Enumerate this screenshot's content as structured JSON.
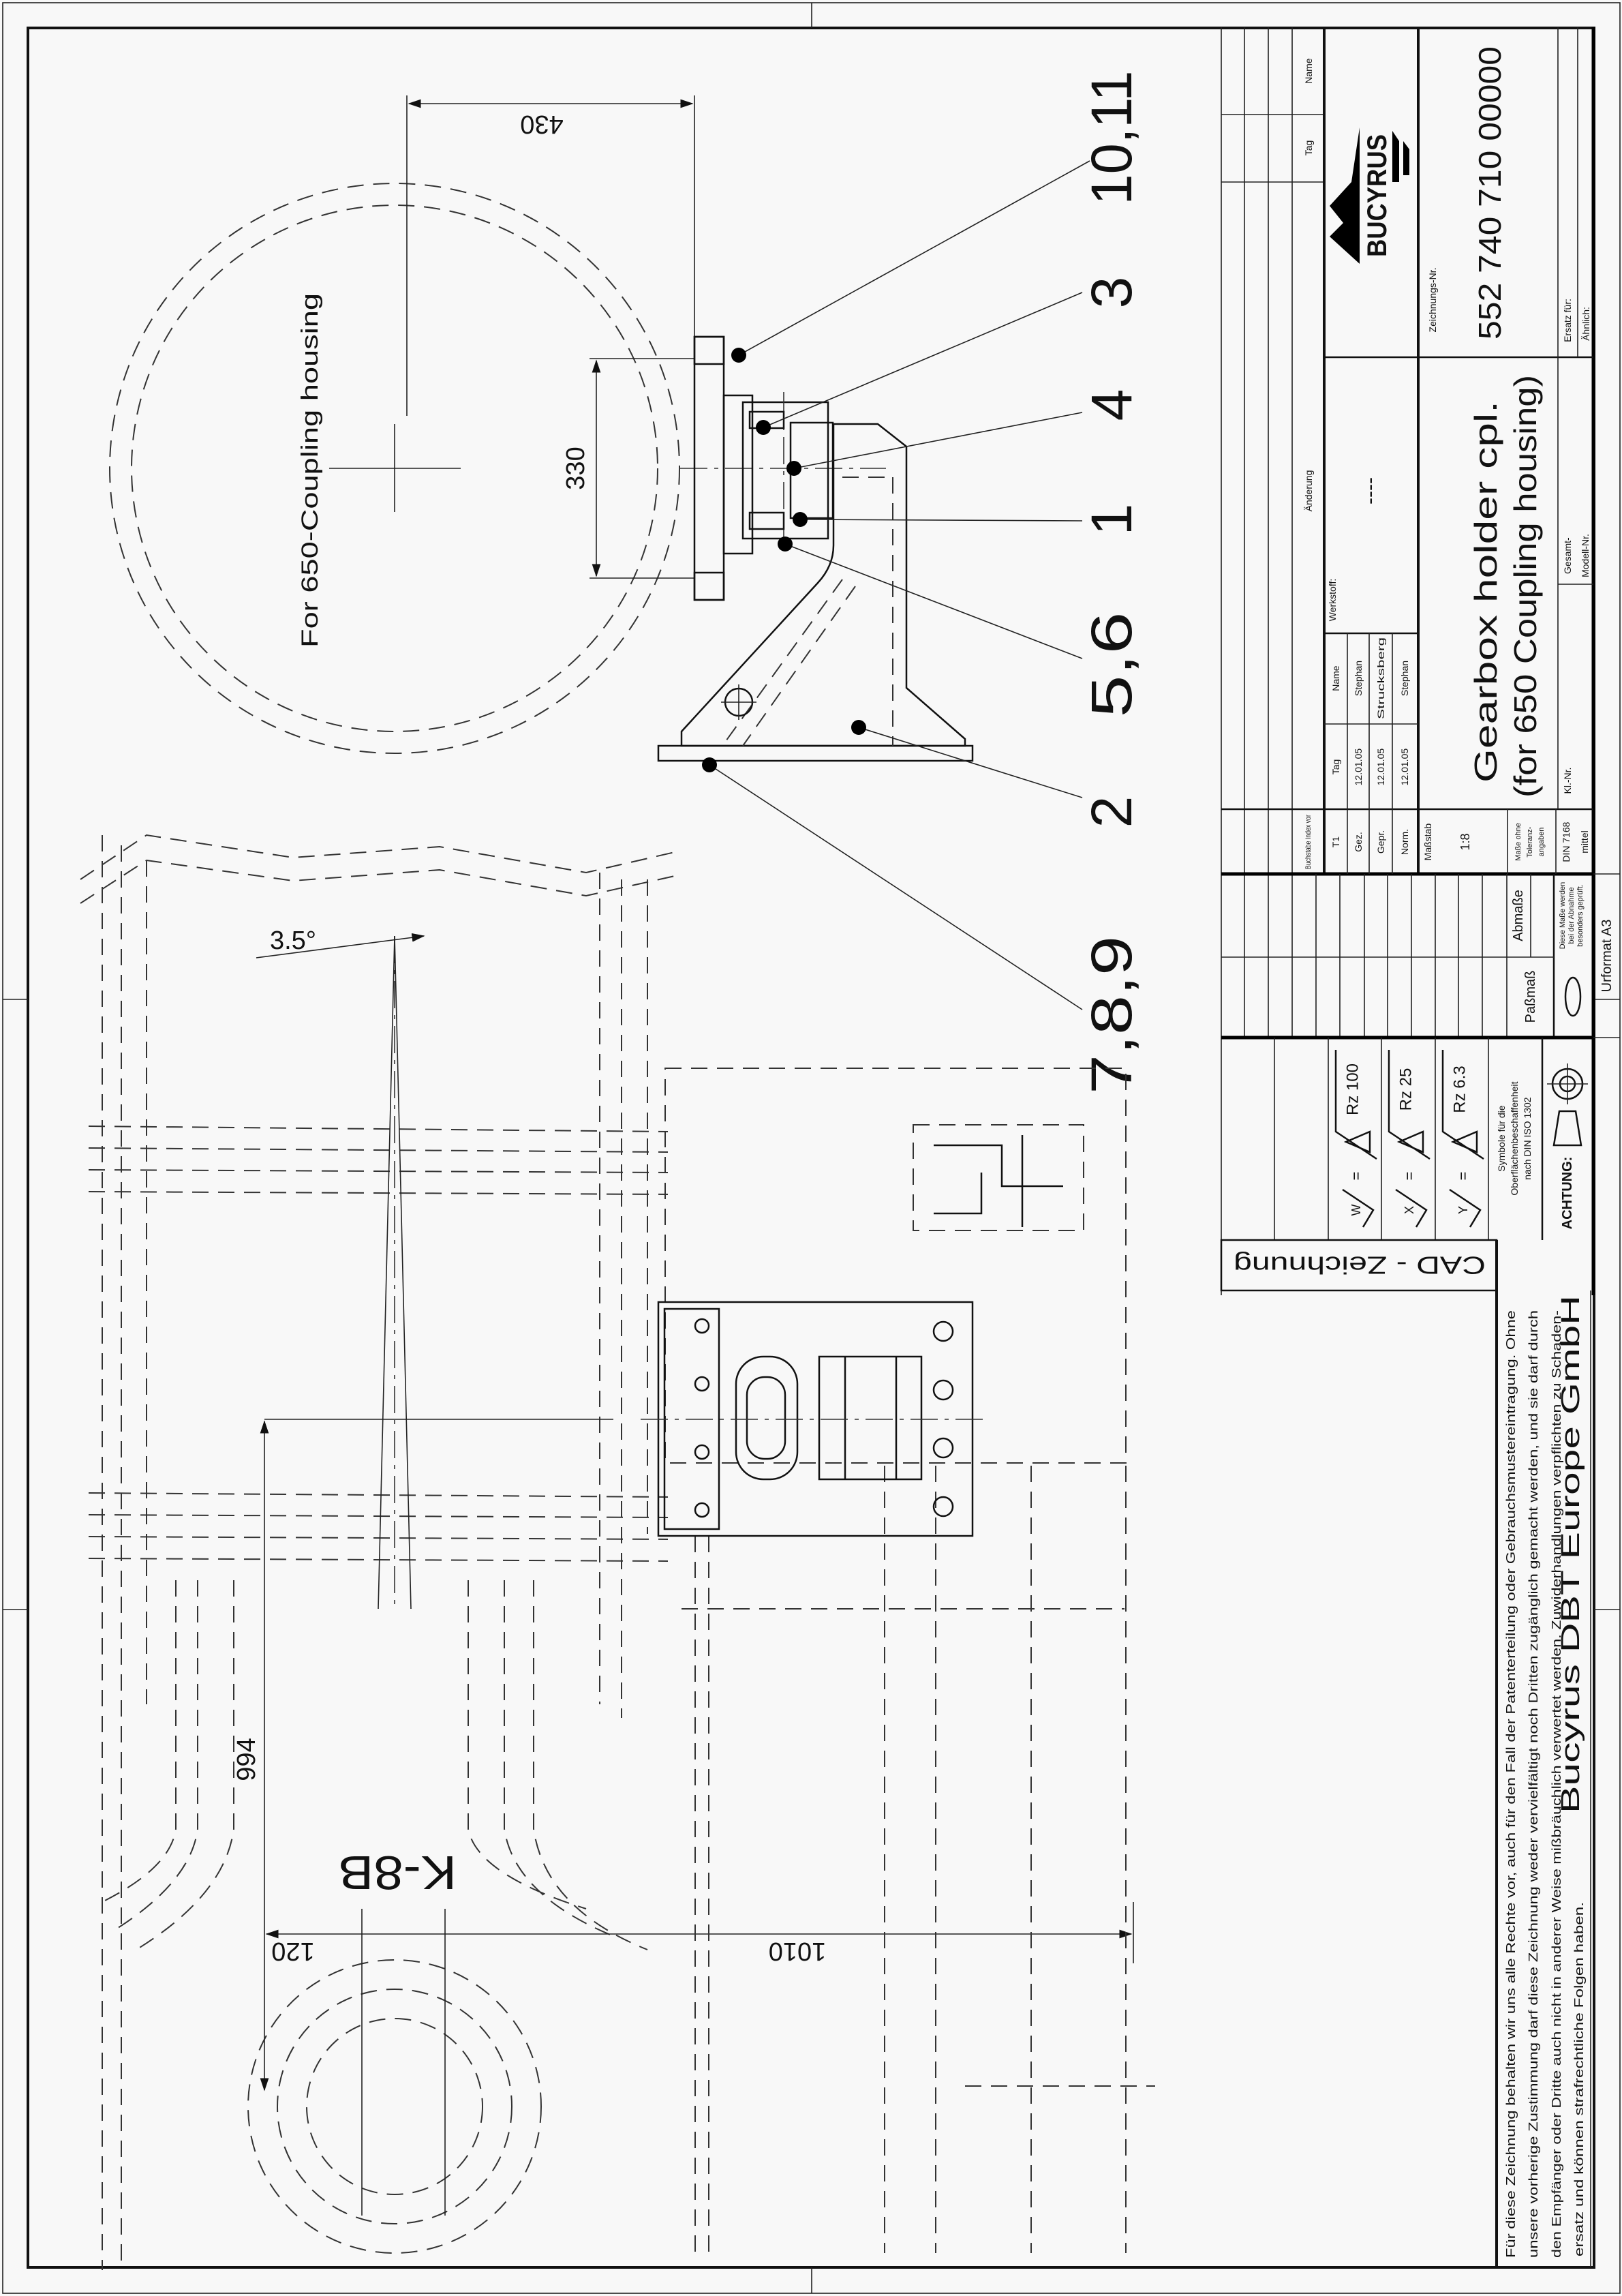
{
  "drawing": {
    "coupling_note": "For 650-Coupling housing",
    "dimensions": {
      "d430": "430",
      "d330": "330",
      "angle": "3.5°",
      "d994": "994",
      "d1010": "1010",
      "d120": "120"
    },
    "chain_label": "K-8B",
    "callouts": [
      "10,11",
      "3",
      "4",
      "1",
      "5,6",
      "2",
      "7,8,9"
    ]
  },
  "title_block": {
    "revision": {
      "tag_header": "Tag",
      "name_header": "Name",
      "change_header": "Änderung",
      "index_header": "Buchstabe Index vor"
    },
    "material_label": "Werkstoff:",
    "material_value": "----",
    "approvals": [
      {
        "role": "T1",
        "date": "Tag",
        "name": "Name"
      },
      {
        "role": "Gez.",
        "date": "12.01.05",
        "name": "Stephan"
      },
      {
        "role": "Gepr.",
        "date": "12.01.05",
        "name": "Strucksberg"
      },
      {
        "role": "Norm.",
        "date": "12.01.05",
        "name": "Stephan"
      }
    ],
    "scale_label": "Maßstab",
    "scale_value": "1:8",
    "tolerance_note": [
      "Maße ohne",
      "Toleranz-",
      "angaben"
    ],
    "tolerance_std": "DIN 7168",
    "tolerance_class": "mittel",
    "class_no_label": "Kl.-Nr.",
    "model_no_label": [
      "Gesamt-",
      "Modell-Nr."
    ],
    "logo_text": "BUCYRUS",
    "drawing_no_label": "Zeichnungs-Nr.",
    "drawing_no": "552 740 710 00000",
    "title_line1": "Gearbox holder cpl.",
    "title_line2": "(for 650 Coupling housing)",
    "replaces_label": "Ersatz für:",
    "similar_label": "Ähnlich:",
    "fit_label": "Paßmaß",
    "deviation_label": "Abmaße",
    "inspection_note": [
      "Diese Maße werden",
      "bei der Abnahme",
      "besonders geprüft."
    ],
    "paper_format": "Urformat A3",
    "surface": {
      "rows": [
        {
          "letter": "W",
          "value": "Rz 100"
        },
        {
          "letter": "X",
          "value": "Rz 25"
        },
        {
          "letter": "Y",
          "value": "Rz 6.3"
        }
      ],
      "note": [
        "Symbole für die",
        "Oberflächenbeschaffenheit",
        "nach DIN ISO 1302"
      ],
      "warning": "ACHTUNG:"
    },
    "cad_label": "CAD - Zeichnung",
    "disclaimer": [
      "Für diese Zeichnung behalten wir uns alle Rechte vor, auch für den Fall der Patenterteilung oder Gebrauchsmustereintragung. Ohne",
      "unsere vorherige Zustimmung darf diese Zeichnung weder vervielfältigt noch Dritten zugänglich gemacht werden, und sie darf durch",
      "den Empfänger oder Dritte auch nicht in anderer Weise mißbräuchlich verwertet werden. Zuwiderhandlungen verpflichten zu Schaden-",
      "ersatz und können strafrechtliche Folgen haben."
    ],
    "company": "Bucyrus DBT Europe GmbH"
  }
}
